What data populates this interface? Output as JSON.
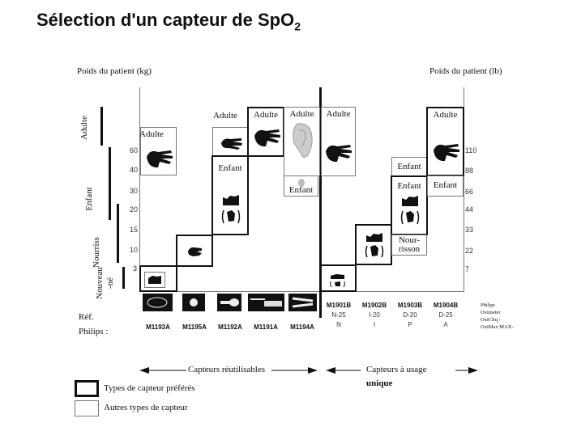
{
  "title": "Sélection d'un capteur de SpO",
  "title_sub": "2",
  "axis_left_label": "Poids du patient (kg)",
  "axis_right_label": "Poids du patient (lb)",
  "left_ticks": [
    "60",
    "40",
    "30",
    "20",
    "15",
    "10",
    "3"
  ],
  "right_ticks": [
    "110",
    "88",
    "66",
    "44",
    "33",
    "22",
    "7"
  ],
  "age_groups": [
    "Adulte",
    "Enfant",
    "Nourriss",
    "Nouveau",
    "-né"
  ],
  "box_labels": {
    "adulte": "Adulte",
    "enfant": "Enfant",
    "nour1": "Nour-",
    "nour2": "risson"
  },
  "ref_label": "Réf.",
  "philips_label": "Philips :",
  "reusable_codes": [
    "M1193A",
    "M1195A",
    "M1192A",
    "M1191A",
    "M1194A"
  ],
  "disposable_codes": [
    {
      "code": "M1901B",
      "type": "N-25",
      "size": "N"
    },
    {
      "code": "M1902B",
      "type": "I-20",
      "size": "I"
    },
    {
      "code": "M1903B",
      "type": "D-20",
      "size": "P"
    },
    {
      "code": "M1904B",
      "type": "D-25",
      "size": "A"
    }
  ],
  "philips_note": [
    "Philips",
    "Oximeter",
    "OxiCliq /",
    "OxiMax MAX-"
  ],
  "reusable_arrow": "Capteurs réutilisables",
  "disposable_arrow_1": "Capteurs à usage",
  "disposable_arrow_2": "unique",
  "legend": {
    "preferred": "Types de capteur préférés",
    "other": "Autres types de capteur"
  }
}
